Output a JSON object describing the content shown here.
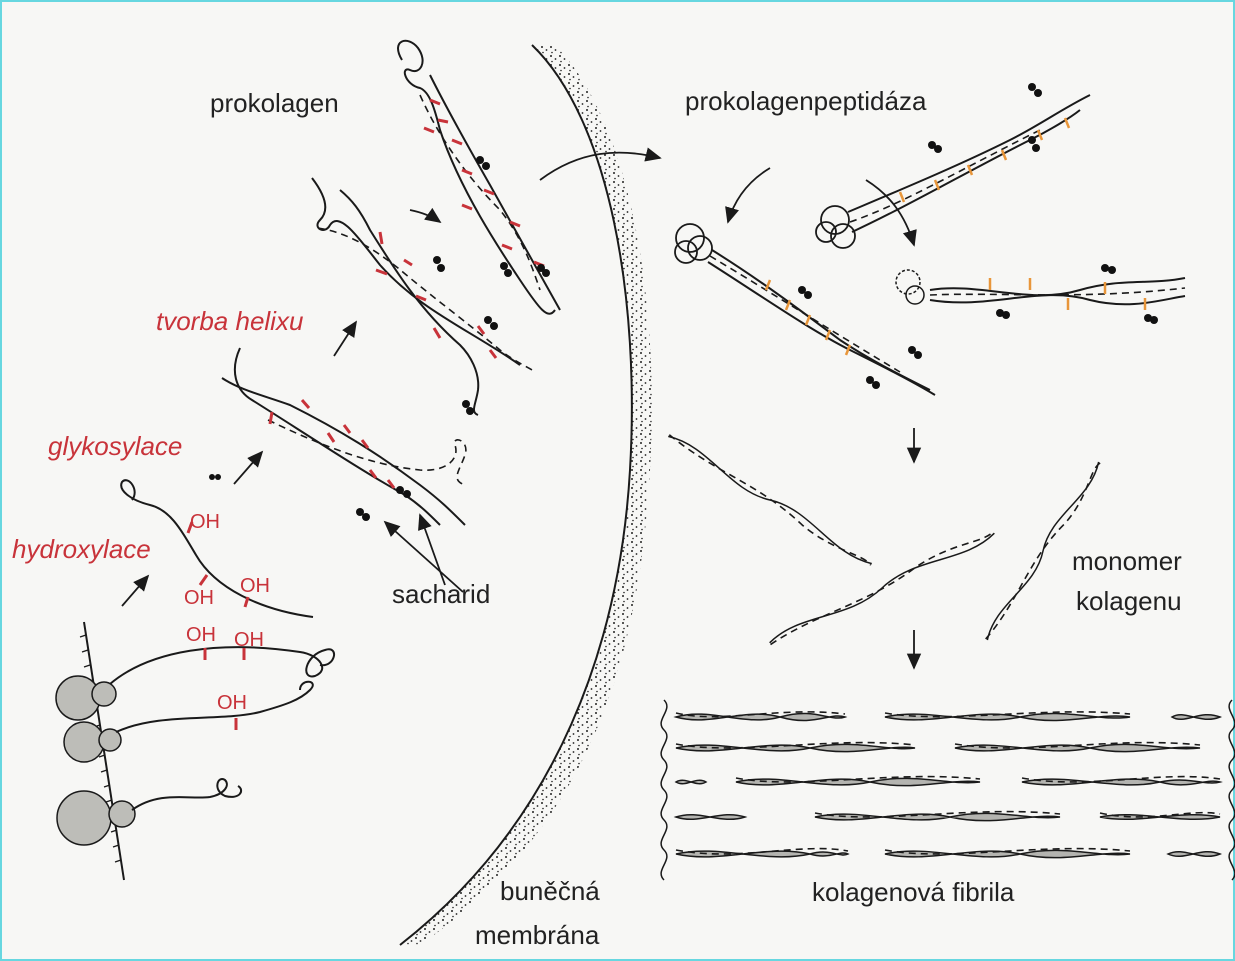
{
  "labels": {
    "prokolagen": "prokolagen",
    "tvorba_helixu": "tvorba helixu",
    "glykosylace": "glykosylace",
    "hydroxylace": "hydroxylace",
    "sacharid": "sacharid",
    "bunecna": "buněčná",
    "membrana": "membrána",
    "prokolagenpeptidaza": "prokolagenpeptidáza",
    "monomer": "monomer",
    "kolagenu": "kolagenu",
    "kolagenova_fibrila": "kolagenová fibrila",
    "oh": "OH"
  },
  "colors": {
    "frame": "#67d7e0",
    "process_label": "#c8333a",
    "sugar_tick": "#c8333a",
    "cleavage_tick": "#e8963a",
    "fibril_fill": "#b4b4b0"
  }
}
